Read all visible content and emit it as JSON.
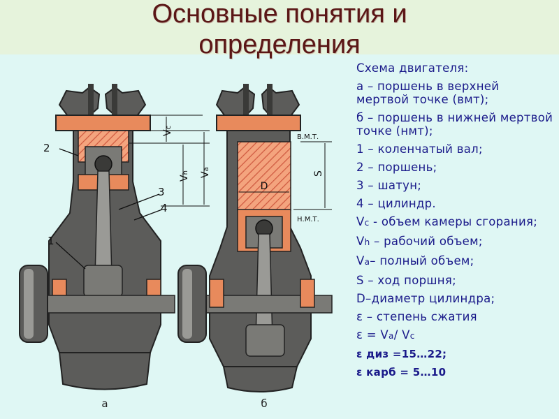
{
  "slide": {
    "title_line1": "Основные понятия и",
    "title_line2": "определения"
  },
  "figure": {
    "label_a": "а",
    "label_b": "б",
    "callouts": [
      "1",
      "2",
      "3",
      "4"
    ],
    "dim_vc_main": "V",
    "dim_vc_sub": "c",
    "dim_vh_main": "V",
    "dim_vh_sub": "h",
    "dim_va_main": "V",
    "dim_va_sub": "a",
    "dim_s": "S",
    "dim_d": "D",
    "tdc": "В.М.Т.",
    "bdc": "Н.М.Т."
  },
  "legend": {
    "scheme": "Схема двигателя:",
    "a": "а – поршень в верхней мертвой точке (вмт);",
    "b": "б – поршень в нижней мертвой точке (нмт);",
    "i1": "1 – коленчатый вал;",
    "i2": "2 – поршень;",
    "i3": "3 – шатун;",
    "i4": "4 – цилиндр.",
    "vc_main": "V",
    "vc_sub": "c",
    "vc_text": " - объем камеры сгорания;",
    "vh_main": "V",
    "vh_sub": "h",
    "vh_text": " – рабочий объем;",
    "va_main": "V",
    "va_sub": "a",
    "va_text": "– полный объем;",
    "s": "S – ход поршня;",
    "d": "D–диаметр цилиндра;",
    "eps": "ε – степень сжатия",
    "formula_pre": "ε = V",
    "formula_a": "a",
    "formula_mid": "/ V",
    "formula_c": "c",
    "diesel": "ε диз =15…22;",
    "carb": "ε карб = 5…10"
  },
  "colors": {
    "metal": "#5c5c5a",
    "metal_dark": "#3a3a38",
    "metal_light": "#9a9a96",
    "orange": "#e88a5c",
    "hatch": "#d4604a",
    "title": "#5a1616",
    "legend": "#1a1a8a"
  }
}
